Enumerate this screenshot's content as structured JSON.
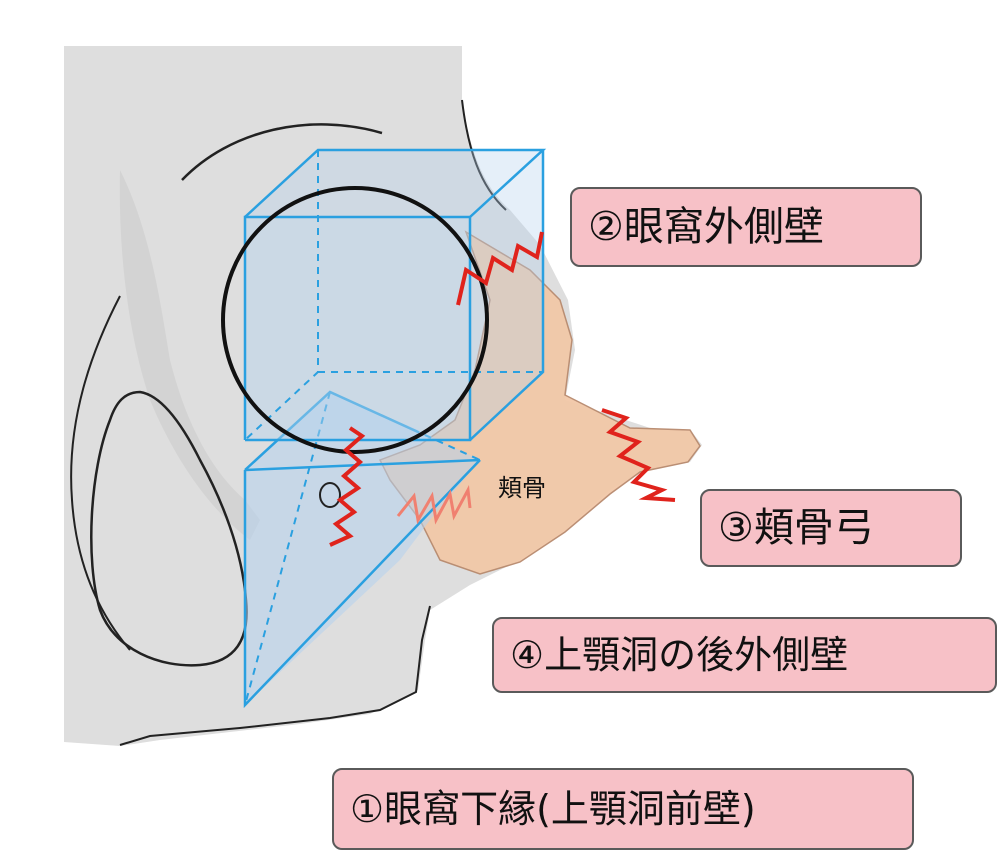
{
  "diagram": {
    "zygoma_label": "頬骨",
    "callouts": {
      "orbital_lateral_wall": "②眼窩外側壁",
      "zygomatic_arch": "③頬骨弓",
      "maxillary_sinus_posterolateral_wall": "④上顎洞の後外側壁",
      "infraorbital_rim": "①眼窩下縁(上顎洞前壁)"
    },
    "colors": {
      "skull_fill": "#dedede",
      "cube_stroke": "#2aa0e0",
      "cube_fill": "#b4d2ee",
      "zygoma_fill": "#f2c8a8",
      "fracture_line": "#e0231c",
      "callout_fill": "#f7c1c7"
    }
  }
}
